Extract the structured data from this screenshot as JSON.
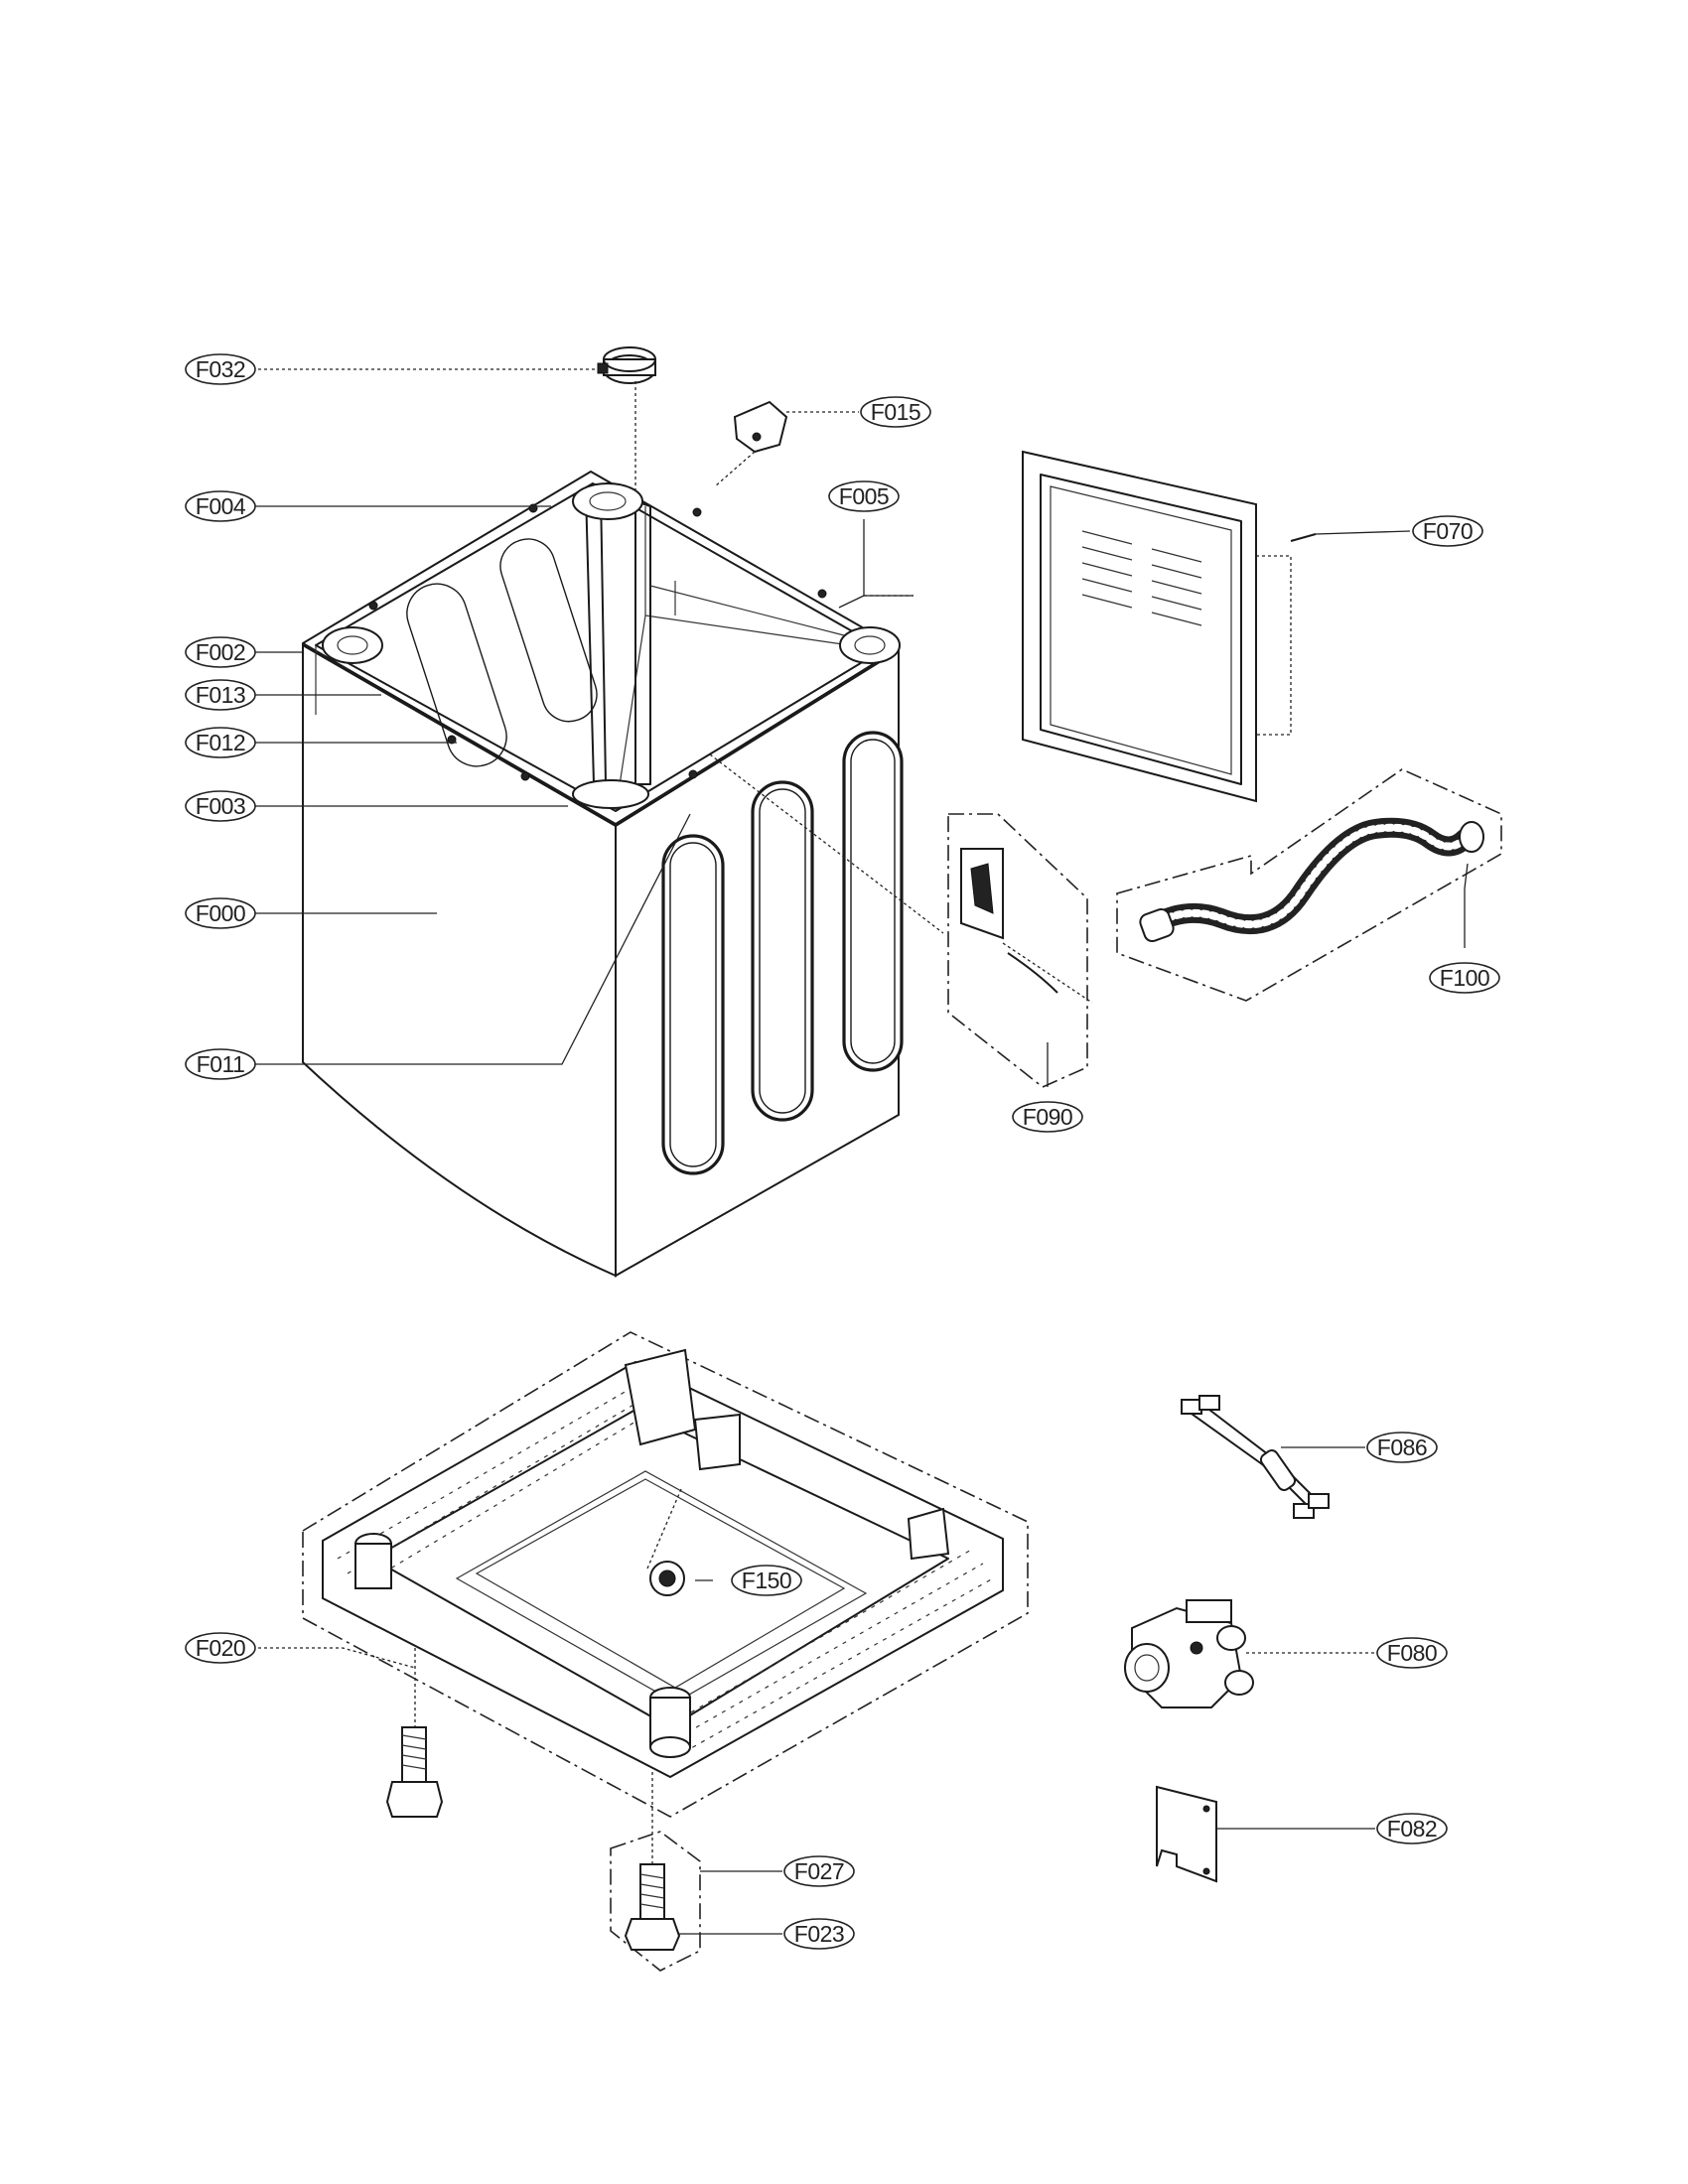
{
  "callouts": {
    "f032": "F032",
    "f015": "F015",
    "f004": "F004",
    "f005": "F005",
    "f070": "F070",
    "f002": "F002",
    "f013": "F013",
    "f012": "F012",
    "f003": "F003",
    "f000": "F000",
    "f011": "F011",
    "f100": "F100",
    "f090": "F090",
    "f086": "F086",
    "f150": "F150",
    "f020": "F020",
    "f080": "F080",
    "f082": "F082",
    "f027": "F027",
    "f023": "F023"
  }
}
